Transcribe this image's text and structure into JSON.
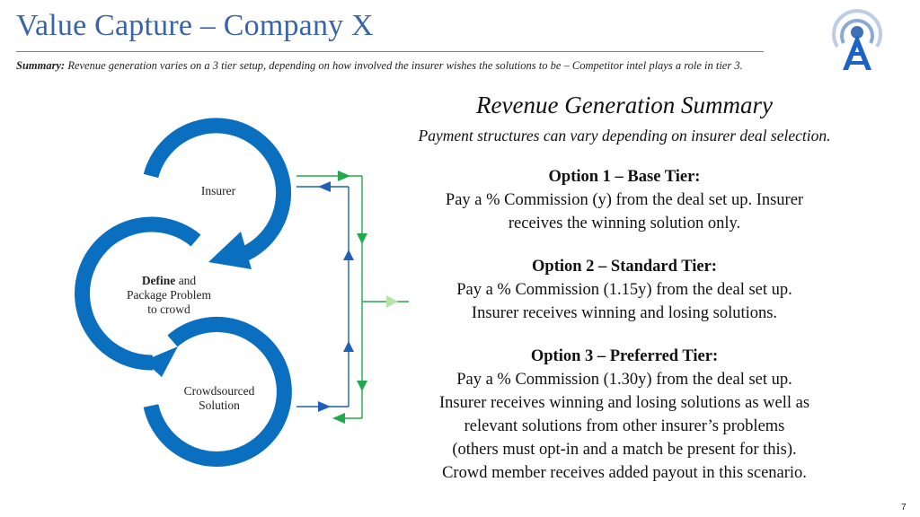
{
  "title": "Value Capture – Company X",
  "summary": {
    "label": "Summary:",
    "text": " Revenue generation varies on a 3 tier setup, depending on how involved the insurer wishes the solutions to be – Competitor intel plays a role in tier 3."
  },
  "diagram": {
    "insurer": "Insurer",
    "define_bold": "Define",
    "define_rest": " and",
    "define_line2": "Package Problem",
    "define_line3": "to crowd",
    "crowd_line1": "Crowdsourced",
    "crowd_line2": "Solution"
  },
  "revenue": {
    "title": "Revenue Generation Summary",
    "subtitle": "Payment structures can vary depending on insurer deal selection.",
    "options": [
      {
        "head": "Option 1 – Base Tier:",
        "lines": [
          "Pay a % Commission (y) from the deal set up.  Insurer",
          "receives the winning solution only."
        ]
      },
      {
        "head": "Option 2 – Standard Tier:",
        "lines": [
          "Pay a % Commission (1.15y) from the deal set up.",
          "Insurer receives winning and losing solutions."
        ]
      },
      {
        "head": "Option 3 – Preferred Tier:",
        "lines": [
          "Pay a % Commission (1.30y) from the deal set up.",
          "Insurer receives winning and losing solutions as well as",
          "relevant solutions from other insurer’s problems",
          "(others must opt-in and a match be present for this).",
          "Crowd member receives added payout in this scenario."
        ]
      }
    ]
  },
  "page_number": "7",
  "colors": {
    "title": "#3a64a8",
    "cycle": "#0b6fc0",
    "green": "#22a94c",
    "blue_arrow": "#1f5fb5",
    "light_green": "#b6e3a6"
  }
}
